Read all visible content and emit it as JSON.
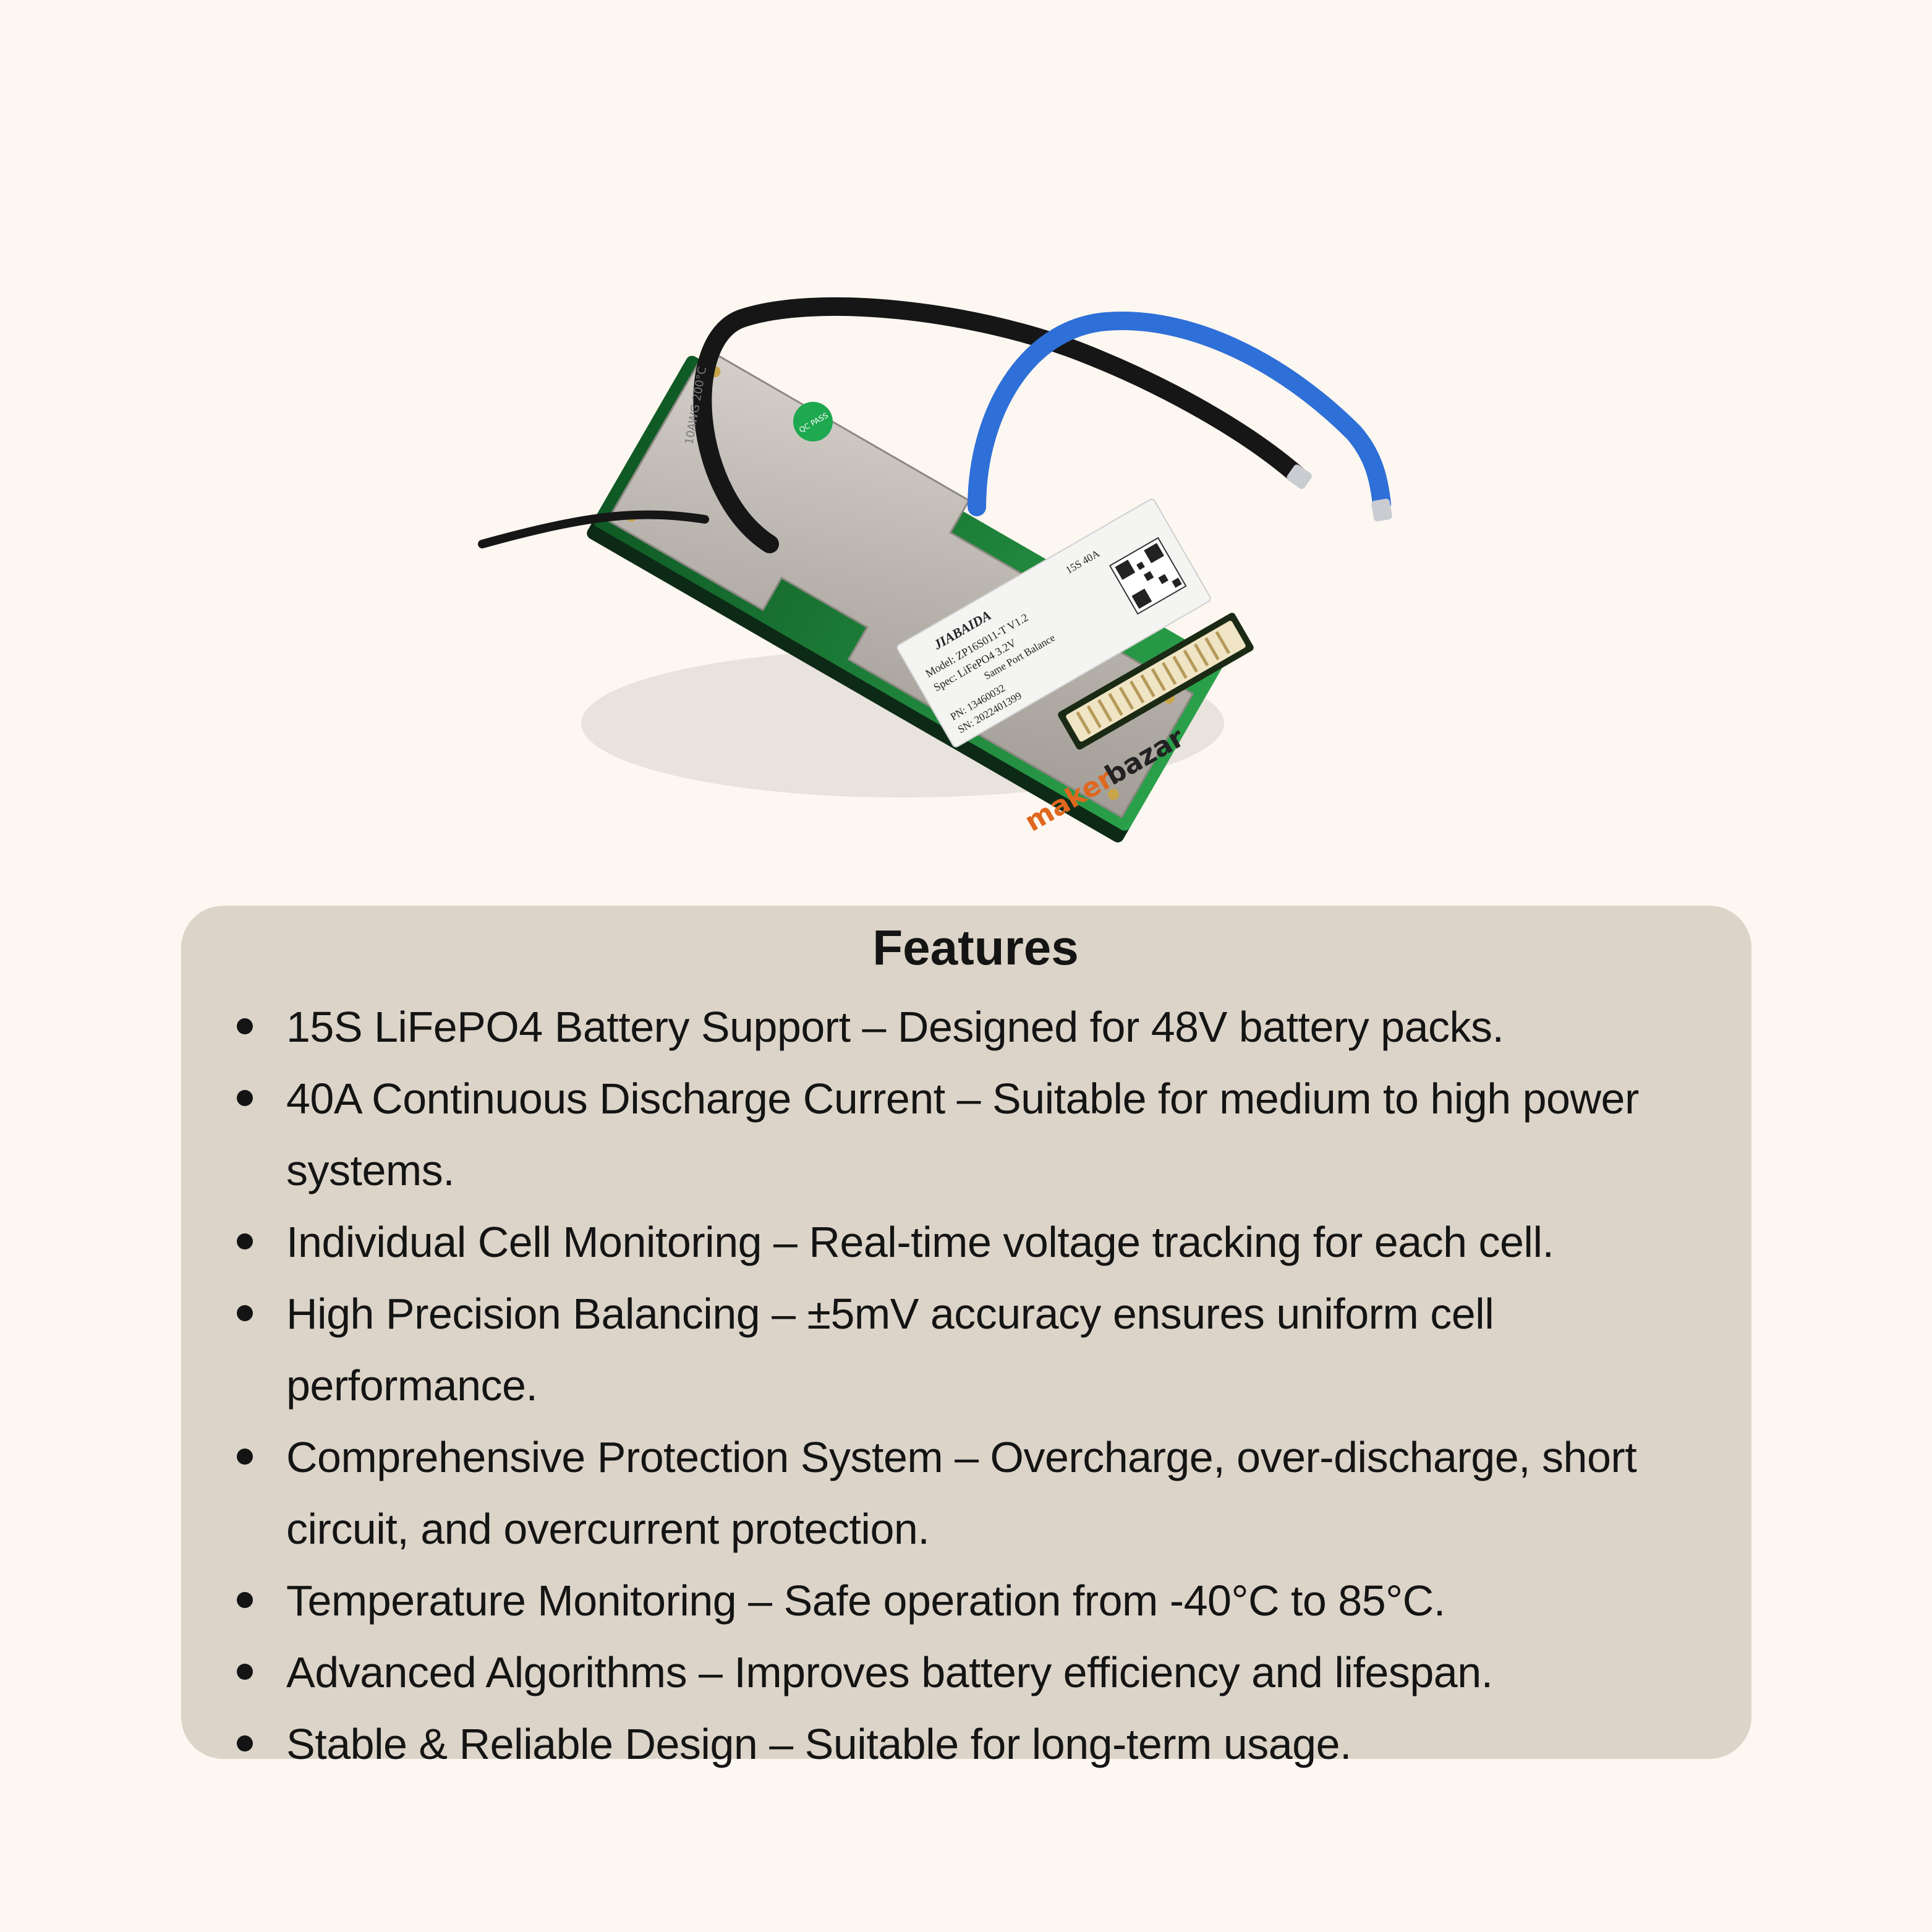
{
  "product_image": {
    "label_brand": "JIABAIDA",
    "label_model": "Model: ZP16S011-T V1.2",
    "label_rating": "15S 40A",
    "label_spec": "Spec: LiFePO4 3.2V",
    "label_balance": "Same Port Balance",
    "label_pn": "PN: 13460032",
    "label_sn": "SN: 2022401399",
    "watermark_maker": "maker",
    "watermark_bazar": "bazar",
    "wire_marking": "10AWG 200°C",
    "qc_sticker": "QC PASS"
  },
  "features": {
    "title": "Features",
    "items": [
      [
        "15S LiFePO4 Battery Support – Designed for 48V battery packs."
      ],
      [
        "40A Continuous Discharge Current – Suitable for medium to high power",
        "systems."
      ],
      [
        "Individual Cell Monitoring – Real-time voltage tracking for each cell."
      ],
      [
        "High Precision Balancing – ±5mV accuracy ensures uniform cell",
        "performance."
      ],
      [
        "Comprehensive Protection System – Overcharge, over-discharge, short",
        "circuit, and overcurrent protection."
      ],
      [
        "Temperature Monitoring – Safe operation from -40°C to 85°C."
      ],
      [
        "Advanced Algorithms – Improves battery efficiency and lifespan."
      ],
      [
        "Stable & Reliable Design – Suitable for long-term usage."
      ]
    ]
  },
  "colors": {
    "background": "#fcf7f0",
    "card": "#dcd4c8",
    "text": "#141414",
    "pcb_green": "#1d8a3a",
    "heatsink": "#b8b4ad",
    "wire_black": "#161616",
    "wire_blue": "#2f6fd8"
  }
}
